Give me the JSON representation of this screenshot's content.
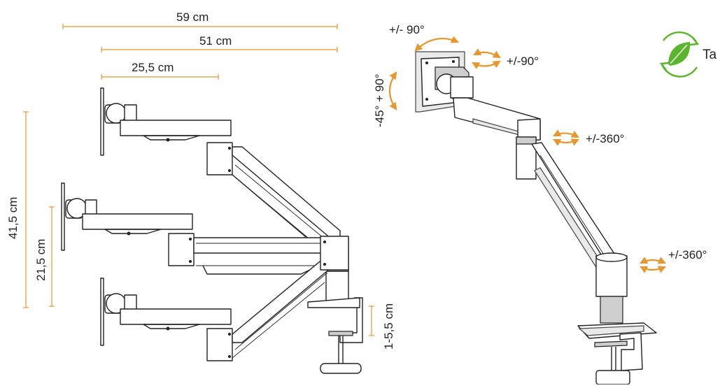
{
  "accent_color": "#e8962e",
  "eco_color": "#5ab52a",
  "eco_label": "Ta",
  "dimensions": {
    "width_59": "59 cm",
    "width_51": "51 cm",
    "width_25": "25,5 cm",
    "height_41": "41,5 cm",
    "height_21": "21,5 cm",
    "clamp_range": "1-5,5 cm"
  },
  "rotations": {
    "vesa_rotate": "+/- 90°",
    "vesa_tilt": "-45° + 90°",
    "head_swivel": "+/-90°",
    "elbow_rotate": "+/-360°",
    "base_rotate": "+/-360°"
  }
}
